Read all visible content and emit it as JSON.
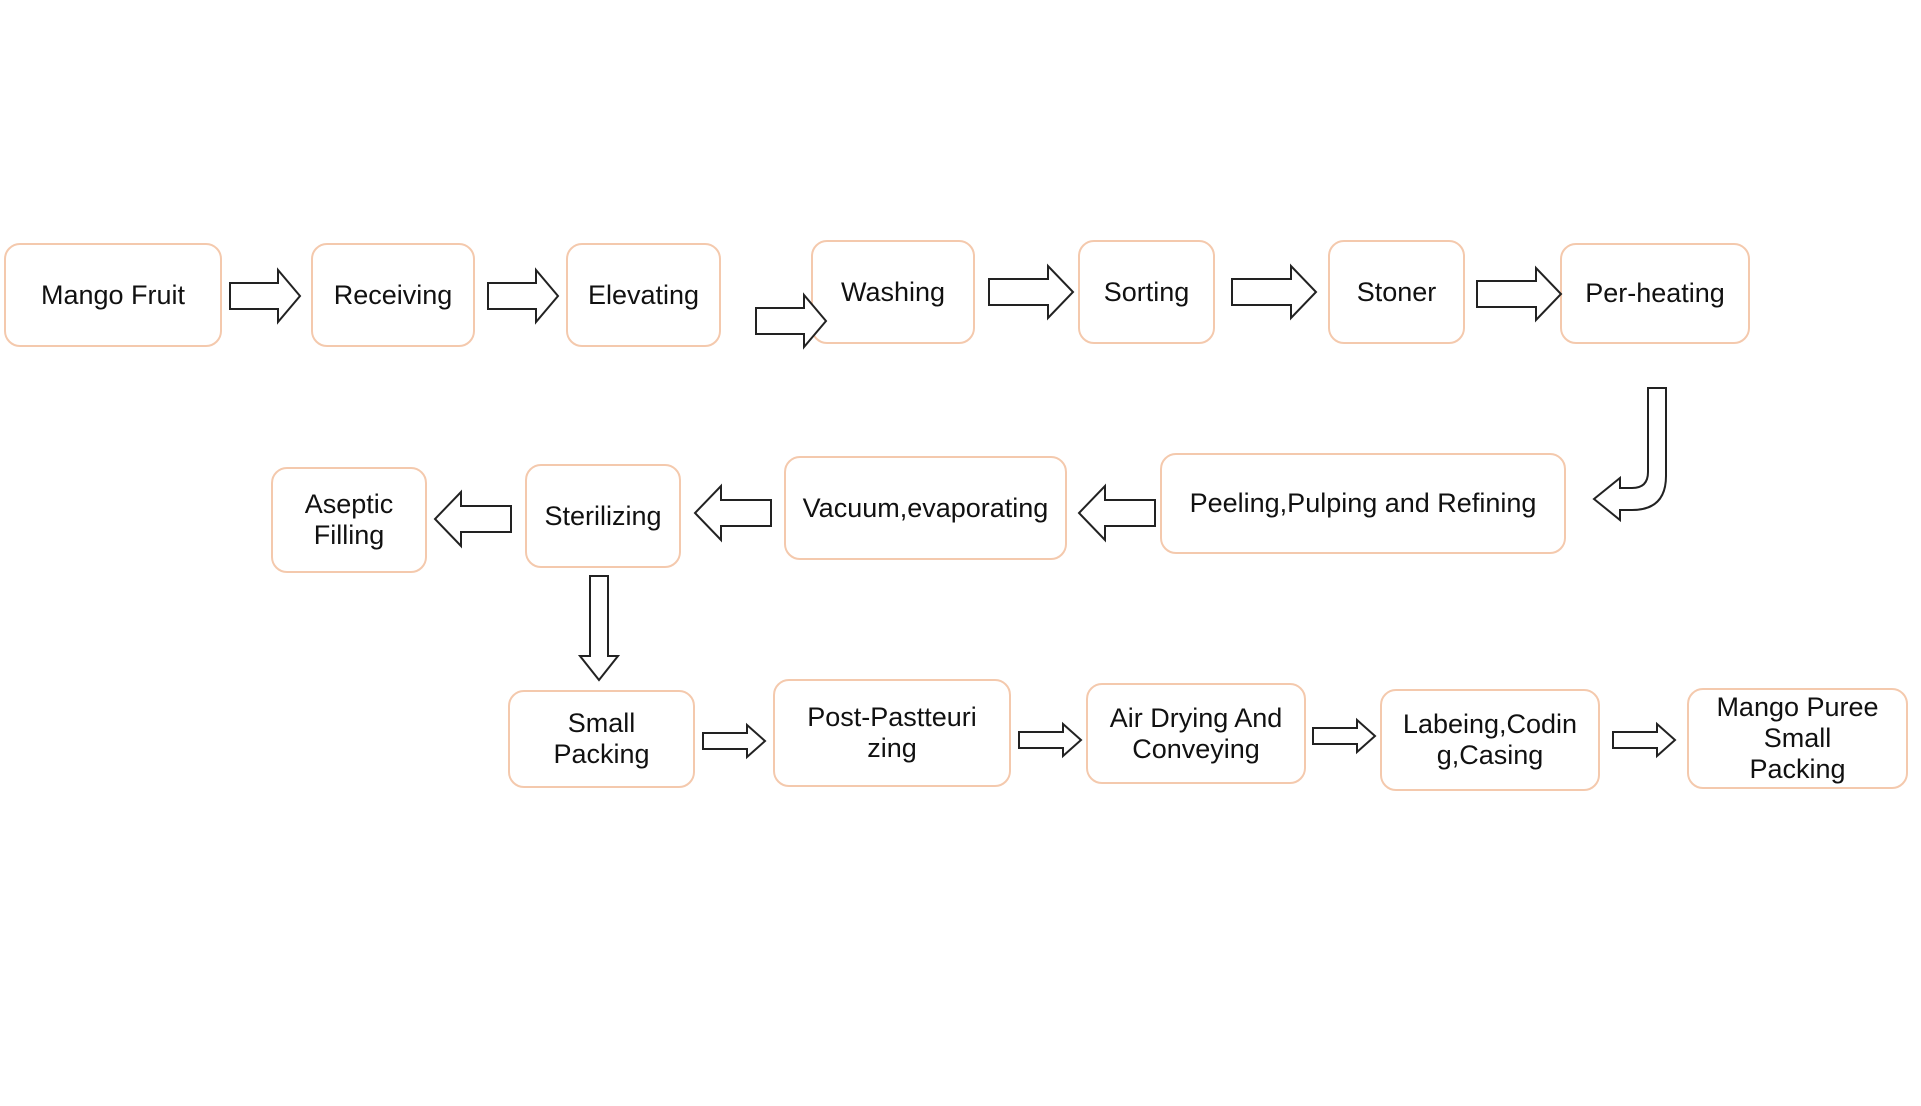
{
  "diagram": {
    "type": "process-flowchart",
    "colors": {
      "node_border": "#f4c9ad",
      "arrow_stroke": "#222222",
      "background": "#ffffff"
    },
    "nodes": [
      {
        "id": "mango-fruit",
        "label": "Mango Fruit"
      },
      {
        "id": "receiving",
        "label": "Receiving"
      },
      {
        "id": "elevating",
        "label": "Elevating"
      },
      {
        "id": "washing",
        "label": "Washing"
      },
      {
        "id": "sorting",
        "label": "Sorting"
      },
      {
        "id": "stoner",
        "label": "Stoner"
      },
      {
        "id": "per-heating",
        "label": "Per-heating"
      },
      {
        "id": "peeling",
        "label": "Peeling,Pulping and Refining"
      },
      {
        "id": "vacuum",
        "label": "Vacuum,evaporating"
      },
      {
        "id": "sterilizing",
        "label": "Sterilizing"
      },
      {
        "id": "aseptic-filling",
        "label": "Aseptic Filling"
      },
      {
        "id": "small-packing",
        "label": "Small Packing"
      },
      {
        "id": "post-pasteurizing",
        "label": "Post-Pastteurizing"
      },
      {
        "id": "air-drying",
        "label": "Air Drying And Conveying"
      },
      {
        "id": "labeling",
        "label": "Labeing,Coding,Casing"
      },
      {
        "id": "mango-puree",
        "label": "Mango Puree Small Packing"
      }
    ],
    "edges": [
      [
        "mango-fruit",
        "receiving"
      ],
      [
        "receiving",
        "elevating"
      ],
      [
        "elevating",
        "washing"
      ],
      [
        "washing",
        "sorting"
      ],
      [
        "sorting",
        "stoner"
      ],
      [
        "stoner",
        "per-heating"
      ],
      [
        "per-heating",
        "peeling"
      ],
      [
        "peeling",
        "vacuum"
      ],
      [
        "vacuum",
        "sterilizing"
      ],
      [
        "sterilizing",
        "aseptic-filling"
      ],
      [
        "sterilizing",
        "small-packing"
      ],
      [
        "small-packing",
        "post-pasteurizing"
      ],
      [
        "post-pasteurizing",
        "air-drying"
      ],
      [
        "air-drying",
        "labeling"
      ],
      [
        "labeling",
        "mango-puree"
      ]
    ]
  }
}
